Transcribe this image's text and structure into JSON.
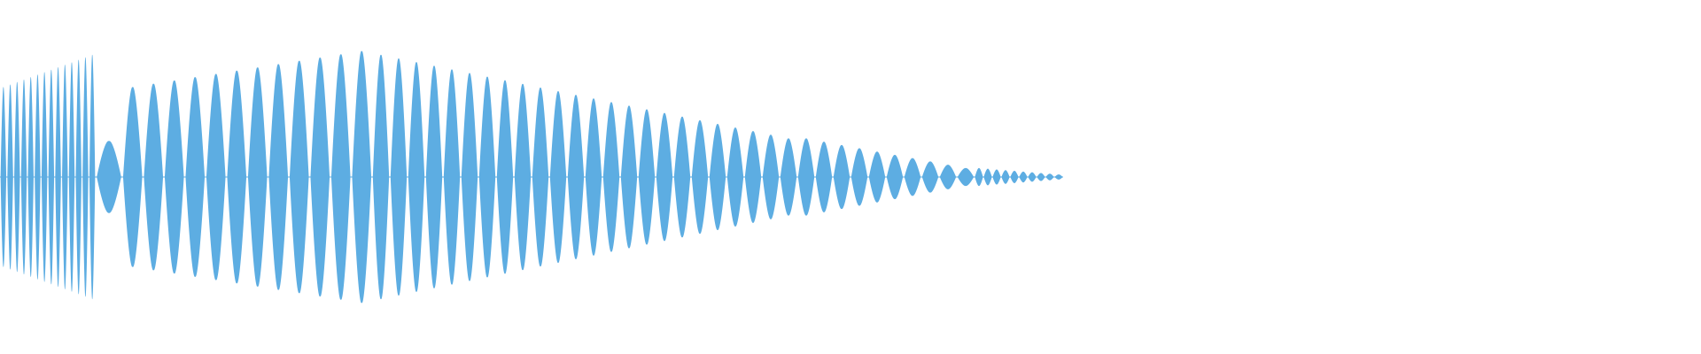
{
  "waveform": {
    "color": "#5dade2",
    "background": "#ffffff",
    "envelope_note": "",
    "segments": [
      {
        "cycles": 14,
        "amp_start": 0.7,
        "amp_end": 0.95,
        "style": "dense-lobes"
      },
      {
        "cycles": 1,
        "amp_start": 0.28,
        "amp_end": 0.32,
        "style": "notch"
      },
      {
        "cycles": 12,
        "amp_start": 0.7,
        "amp_end": 0.98,
        "style": "lobes"
      },
      {
        "cycles": 24,
        "amp_start": 0.95,
        "amp_end": 0.3,
        "style": "lobes"
      },
      {
        "cycles": 10,
        "amp_start": 0.3,
        "amp_end": 0.07,
        "style": "lobes"
      },
      {
        "cycles": 10,
        "amp_start": 0.07,
        "amp_end": 0.02,
        "style": "lobes"
      }
    ]
  }
}
